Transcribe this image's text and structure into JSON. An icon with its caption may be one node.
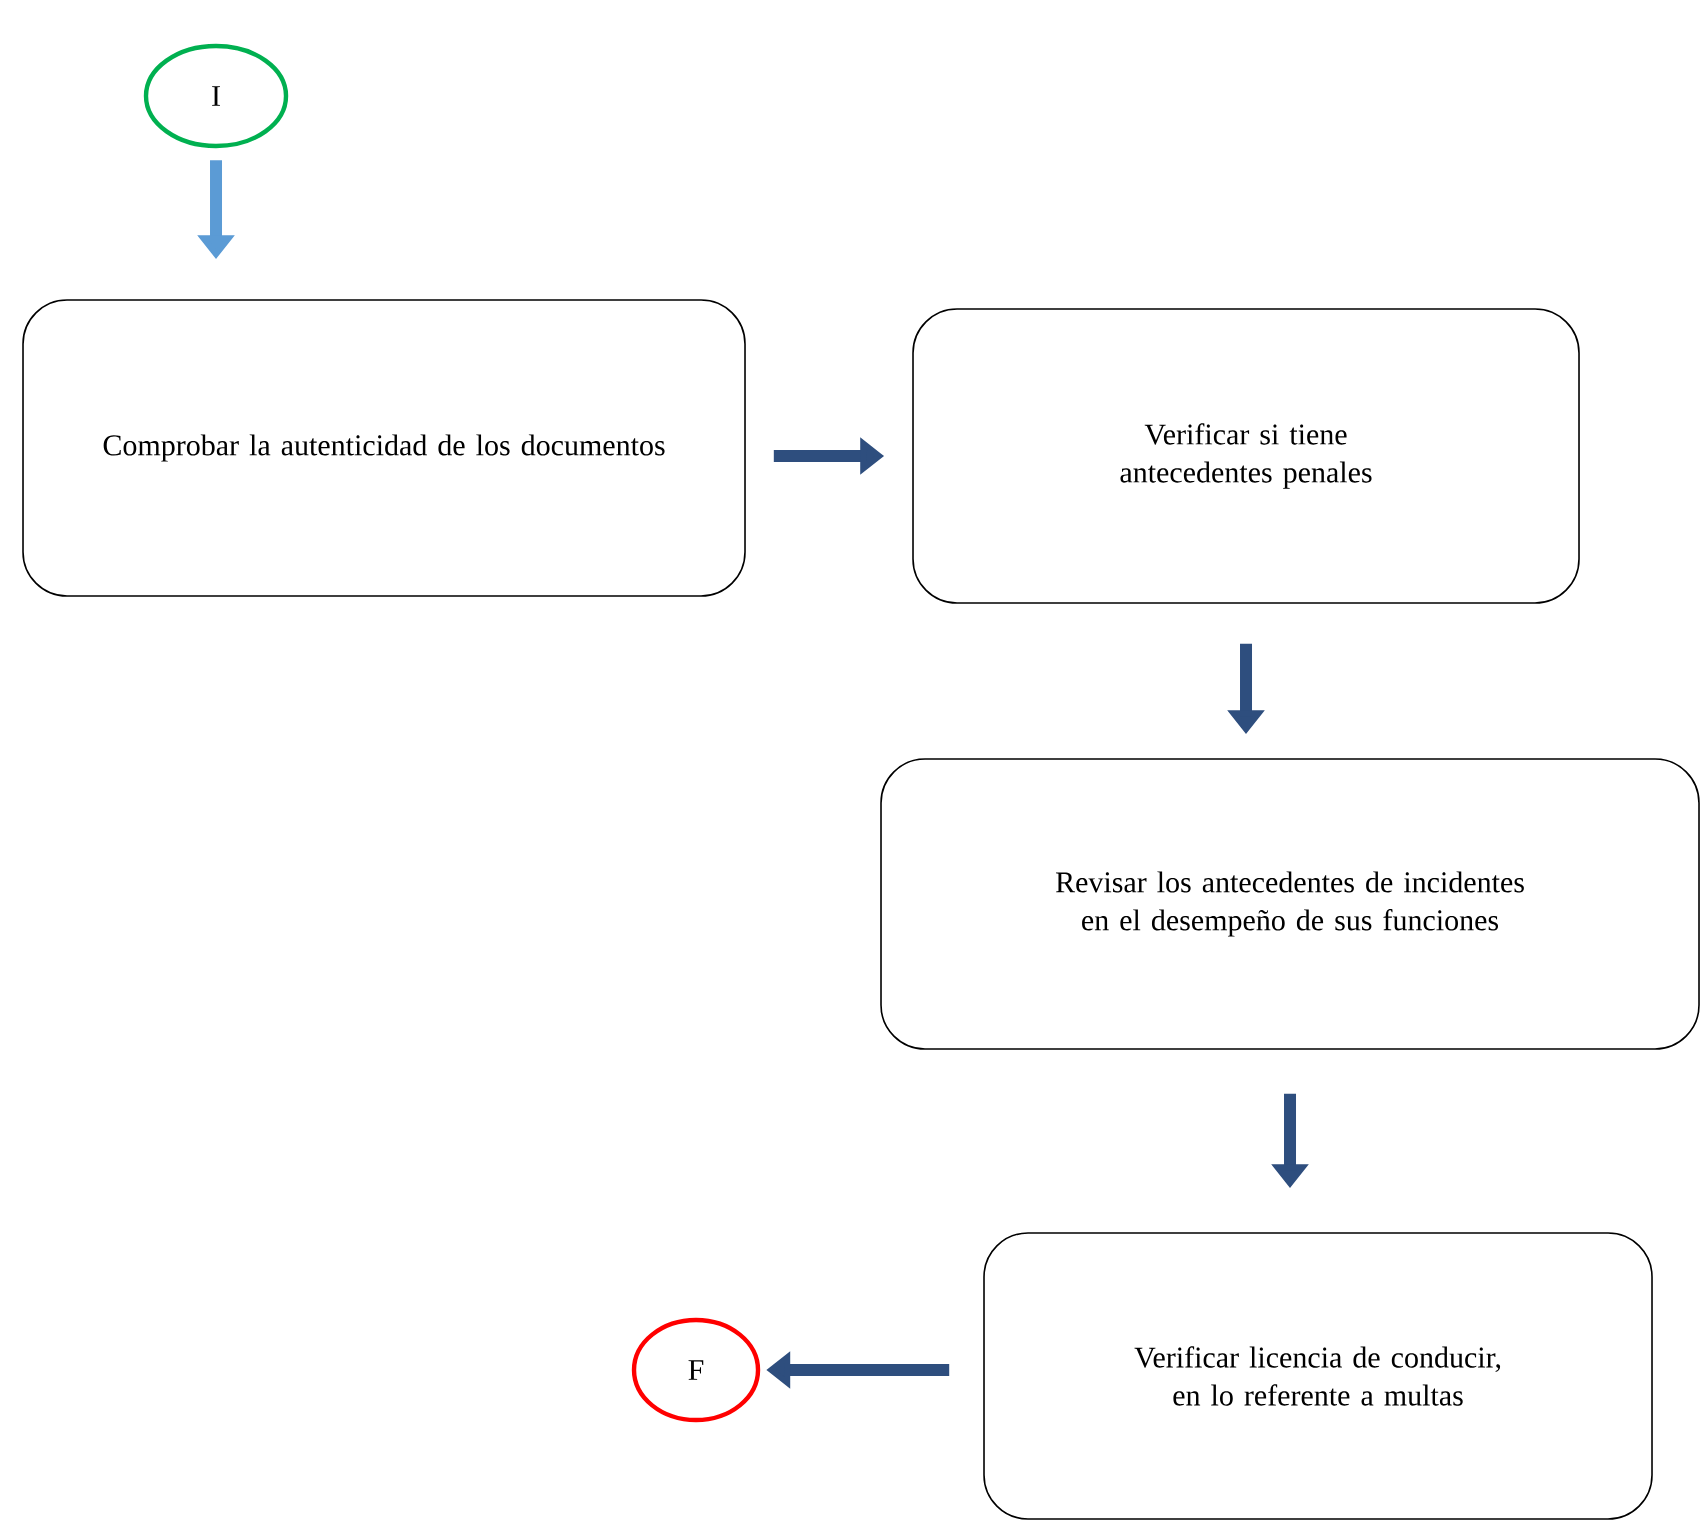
{
  "diagram": {
    "nodes": [
      {
        "text": [
          "I"
        ]
      },
      {
        "text": [
          "Comprobar la autenticidad de los documentos"
        ]
      },
      {
        "text": [
          "Verificar si tiene antecedentes penales"
        ]
      },
      {
        "text": [
          "Revisar los antecedentes de incidentes en el desempeño de sus funciones"
        ]
      },
      {
        "text": [
          "Verificar licencia de conducir, en lo referente a multas"
        ]
      },
      {
        "text": [
          "F"
        ]
      }
    ],
    "edges": [
      {
        "from": 0,
        "to": 1,
        "arrow": "to",
        "color": "#5b9bd5"
      },
      {
        "from": 1,
        "to": 2,
        "arrow": "to"
      },
      {
        "from": 2,
        "to": 3,
        "arrow": "to"
      },
      {
        "from": 3,
        "to": 4,
        "arrow": "to"
      },
      {
        "from": 4,
        "to": 5,
        "arrow": "to"
      }
    ]
  }
}
